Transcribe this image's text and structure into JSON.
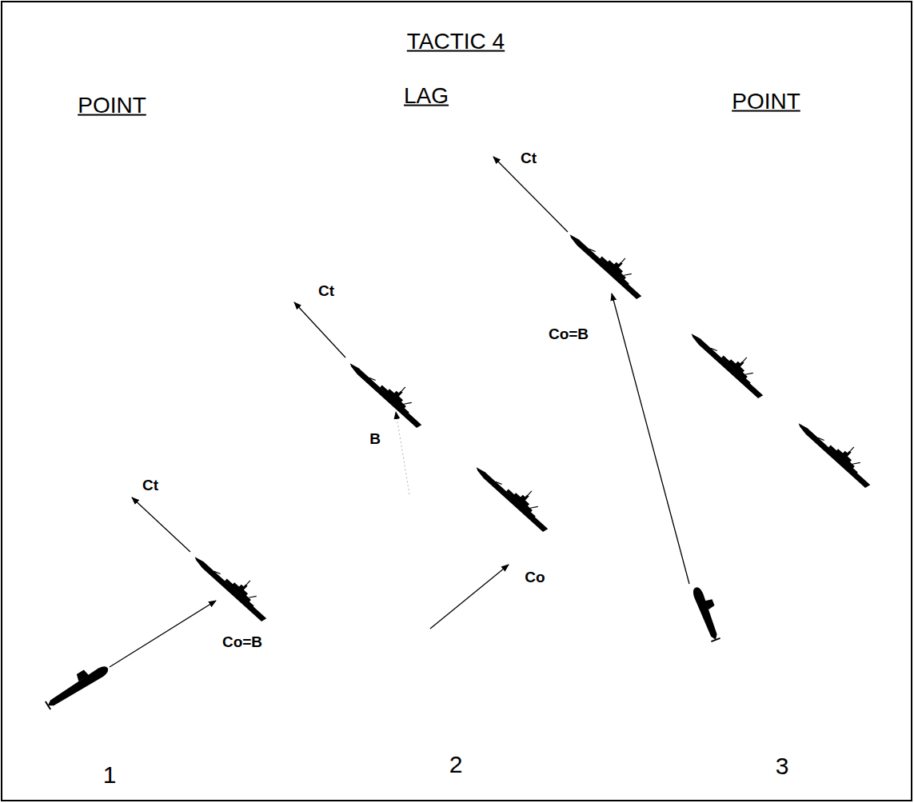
{
  "diagram": {
    "title": "TACTIC 4",
    "labels": [
      "POINT",
      "LAG",
      "POINT",
      "Ct",
      "Co=B",
      "Ct",
      "B",
      "Co",
      "Ct",
      "Co=B",
      "1",
      "2",
      "3"
    ]
  }
}
